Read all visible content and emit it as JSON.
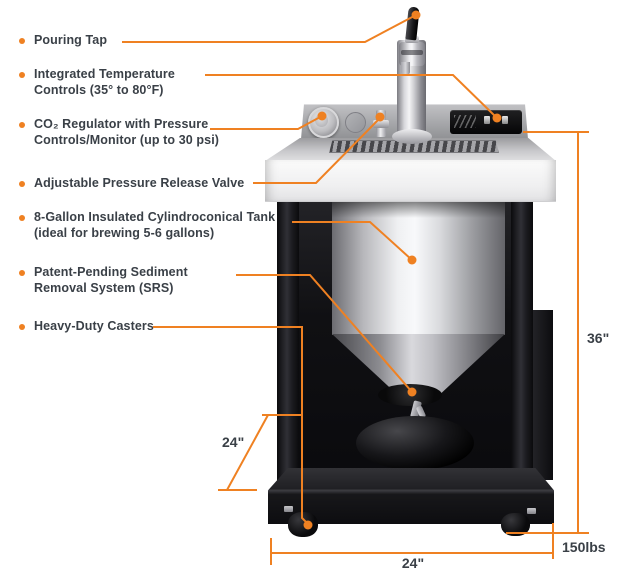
{
  "colors": {
    "accent": "#EF8122",
    "text": "#3A4047"
  },
  "callouts": [
    {
      "line1": "Pouring Tap",
      "line2": ""
    },
    {
      "line1": "Integrated Temperature",
      "line2": "Controls (35° to 80°F)"
    },
    {
      "line1": "CO₂ Regulator with Pressure",
      "line2": "Controls/Monitor (up to 30 psi)"
    },
    {
      "line1": "Adjustable Pressure Release Valve",
      "line2": ""
    },
    {
      "line1": "8-Gallon Insulated Cylindroconical Tank",
      "line2": "(ideal for brewing 5-6 gallons)"
    },
    {
      "line1": "Patent-Pending Sediment",
      "line2": "Removal System (SRS)"
    },
    {
      "line1": "Heavy-Duty Casters",
      "line2": ""
    }
  ],
  "dimensions": {
    "height": "36\"",
    "depth": "24\"",
    "width": "24\"",
    "weight": "150lbs"
  }
}
